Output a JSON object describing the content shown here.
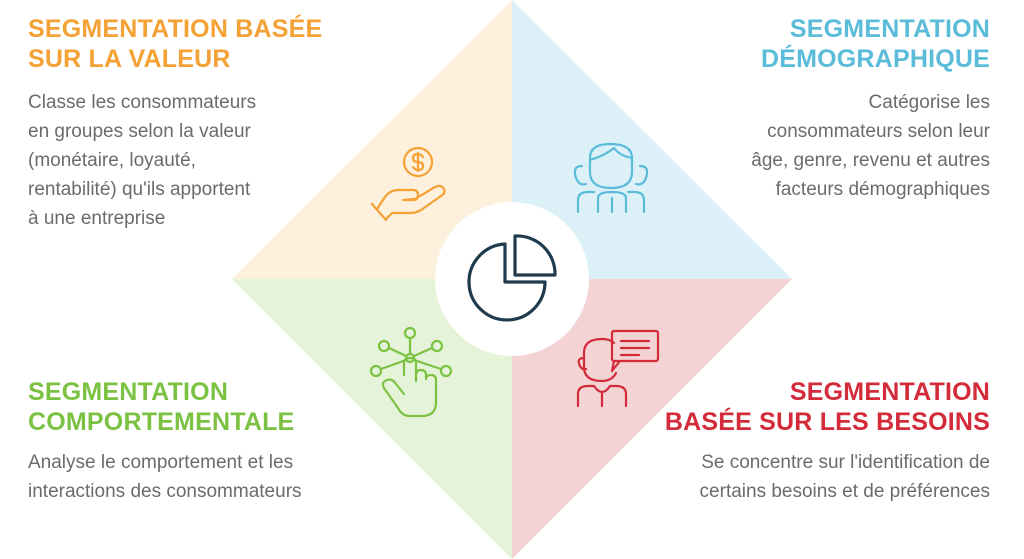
{
  "colors": {
    "value": "#f4a136",
    "demographic": "#5bbcd9",
    "behavioral": "#7cc242",
    "needs": "#d42b3a",
    "center_icon": "#1f3b4d"
  },
  "quadrants": {
    "top_left": {
      "title": "SEGMENTATION BASÉE\nSUR LA VALEUR",
      "description": "Classe les consommateurs\nen groupes selon la valeur\n(monétaire, loyauté,\nrentabilité) qu'ils apportent\nà une entreprise",
      "icon": "hand-coin-icon"
    },
    "top_right": {
      "title": "SEGMENTATION\nDÉMOGRAPHIQUE",
      "description": "Catégorise les\nconsommateurs selon leur\nâge, genre, revenu et autres\nfacteurs démographiques",
      "icon": "people-group-icon"
    },
    "bottom_left": {
      "title": "SEGMENTATION\nCOMPORTEMENTALE",
      "description": "Analyse le comportement et les\ninteractions des consommateurs",
      "icon": "hand-touch-network-icon"
    },
    "bottom_right": {
      "title": "SEGMENTATION\nBASÉE SUR LES BESOINS",
      "description": "Se concentre sur l'identification de\ncertains besoins et de préférences",
      "icon": "person-speech-icon"
    }
  },
  "center_icon": "pie-chart-icon"
}
